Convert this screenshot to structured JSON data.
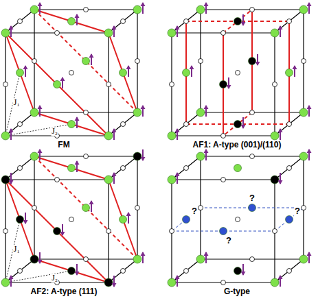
{
  "diagram": {
    "labels": [
      "J₁",
      "J₂",
      "FM",
      "AF1: A-type (001)/(110)",
      "J₁",
      "J₂",
      "AF2: A-type (111)",
      "?",
      "?",
      "?",
      "?",
      "G-type"
    ]
  }
}
